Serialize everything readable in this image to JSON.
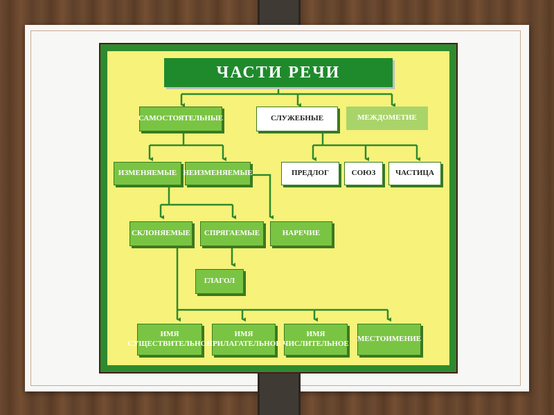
{
  "title": "ЧАСТИ РЕЧИ",
  "nodes": {
    "samostoyatelnye": "САМОСТОЯТЕЛЬНЫЕ",
    "sluzhebnye": "СЛУЖЕБНЫЕ",
    "mezhdometie": "МЕЖДОМЕТИЕ",
    "izmenyaemye": "ИЗМЕНЯЕМЫЕ",
    "neizmenyaemye": "НЕИЗМЕНЯЕМЫЕ",
    "predlog": "ПРЕДЛОГ",
    "soyuz": "СОЮЗ",
    "chastitsa": "ЧАСТИЦА",
    "sklonyaemye": "СКЛОНЯЕМЫЕ",
    "spryagaemye": "СПРЯГАЕМЫЕ",
    "narechie": "НАРЕЧИЕ",
    "glagol": "ГЛАГОЛ",
    "sushchestvitelnoe_1": "ИМЯ",
    "sushchestvitelnoe_2": "СУЩЕСТВИТЕЛЬНОЕ",
    "prilagatelnoe_1": "ИМЯ",
    "prilagatelnoe_2": "ПРИЛАГАТЕЛЬНОЕ",
    "chislitelnoe_1": "ИМЯ",
    "chislitelnoe_2": "ЧИСЛИТЕЛЬНОЕ",
    "mestoimenie": "МЕСТОИМЕНИЕ"
  },
  "colors": {
    "poster_border": "#2e8a2e",
    "poster_fill": "#f6f27a",
    "node_green": "#7ac443",
    "title_green": "#1f8a2c"
  }
}
